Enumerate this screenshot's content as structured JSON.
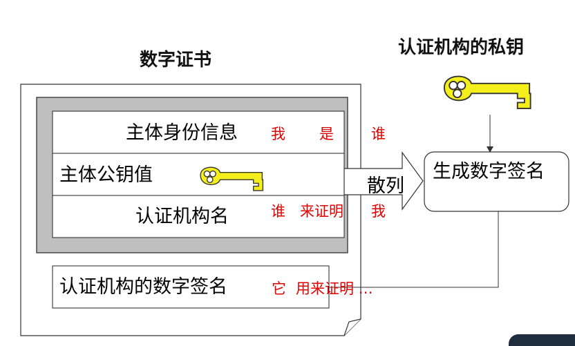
{
  "certificate": {
    "title": "数字证书",
    "fields": [
      {
        "label": "主体身份信息",
        "note": [
          "我",
          "是",
          "谁"
        ]
      },
      {
        "label": "主体公钥值"
      },
      {
        "label": "认证机构名",
        "note": [
          "谁",
          "来证明",
          "我"
        ]
      }
    ],
    "signature": {
      "label": "认证机构的数字签名",
      "note": [
        "它",
        "用来证明 …"
      ]
    }
  },
  "process": {
    "hash_label": "散列",
    "sign_label": "生成数字签名"
  },
  "authority": {
    "private_key_label": "认证机构的私钥"
  },
  "colors": {
    "key_fill": "#f4ee1c",
    "note_red": "#e00000",
    "frame_gray": "#bfbfbf"
  }
}
